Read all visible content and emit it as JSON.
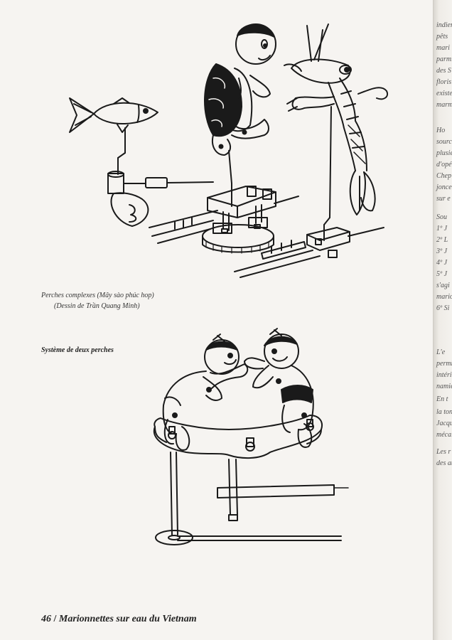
{
  "figures": {
    "upper": {
      "caption_line1": "Perches complexes (Mây sào phúc hop)",
      "caption_line2": "(Dessin de Trần Quang Minh)"
    },
    "lower": {
      "title": "Système de deux perches"
    }
  },
  "footer": {
    "page_number": "46",
    "separator": "/",
    "book_title": "Marionnettes sur eau du Vietnam"
  },
  "next_page_fragments": [
    "indien",
    "pêts",
    "mari",
    "parmi",
    "des S",
    "floris",
    "existe",
    "marmi",
    "Ho",
    "sourc",
    "plusie",
    "d'opé",
    "Chep",
    "jonce",
    "sur e",
    "Sou",
    "1º J",
    "2º L",
    "3º J",
    "4º J",
    "5º J",
    "s'agi",
    "mario",
    "6º Si",
    "L'e",
    "permi",
    "intéri",
    "namie",
    "En t",
    "la ton",
    "Jacqu",
    "mécal",
    "Les r",
    "des au"
  ]
}
